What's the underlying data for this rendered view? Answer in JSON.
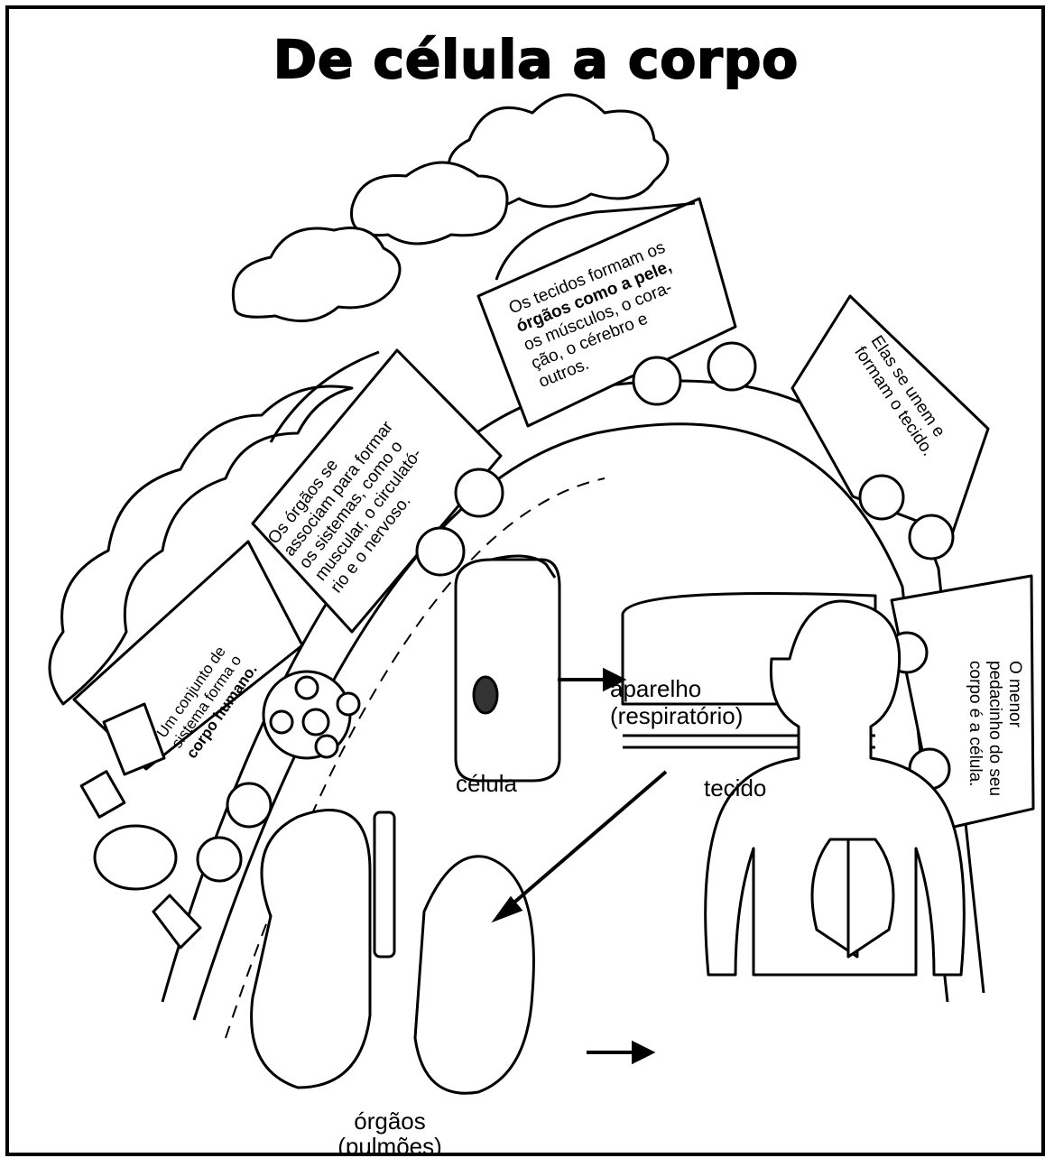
{
  "title": "De célula a corpo",
  "cards": {
    "car4": [
      "Os tecidos formam os",
      "órgãos como a pele,",
      "os músculos, o cora-",
      "ção, o cérebro e",
      "outros."
    ],
    "car3": [
      "Os órgãos se",
      "associam para formar",
      "os sistemas, como o",
      "muscular,  o circulató-",
      "rio e o nervoso."
    ],
    "car5": [
      "Elas se unem e",
      "formam o tecido."
    ],
    "car6": [
      "O menor",
      "pedacinho do seu",
      "corpo é a célula."
    ],
    "engine": [
      "Um conjunto de",
      "sistema forma o",
      "corpo humano."
    ]
  },
  "labels": {
    "cell": "célula",
    "tissue": "tecido",
    "system": [
      "aparelho",
      "(respiratório)"
    ],
    "organs": [
      "órgãos",
      "(pulmões)"
    ]
  },
  "colors": {
    "ink": "#000000",
    "paper": "#ffffff"
  }
}
